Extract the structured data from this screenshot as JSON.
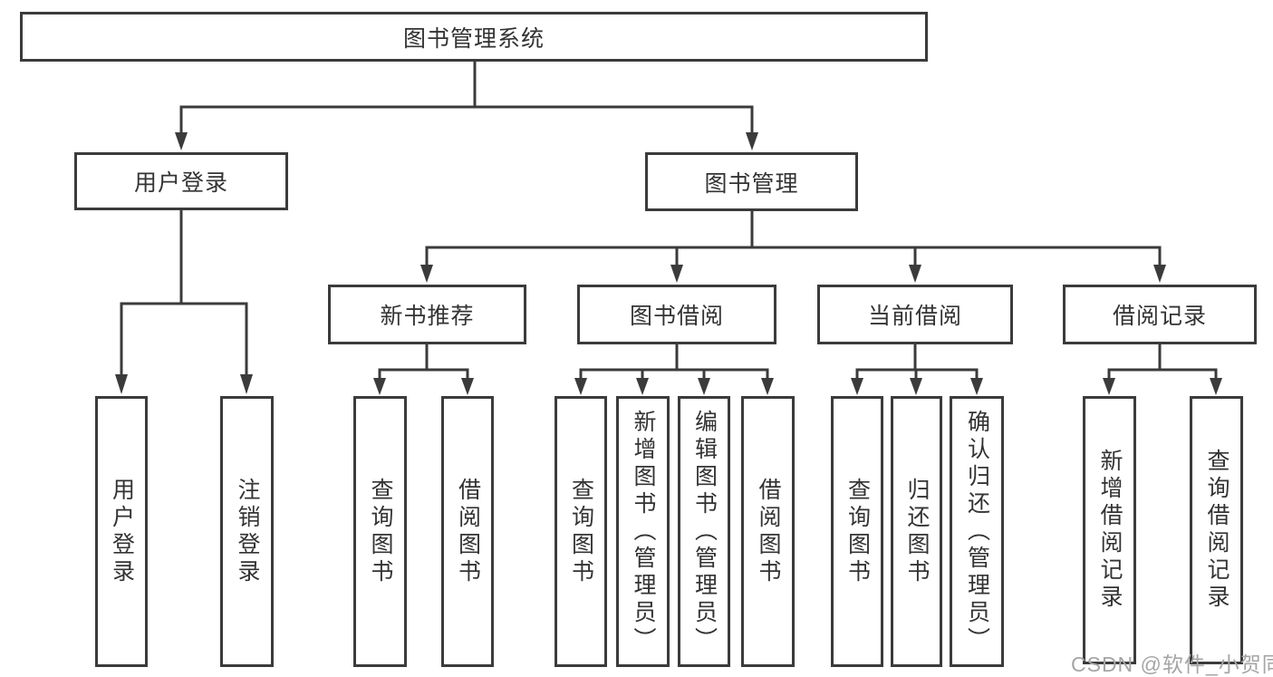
{
  "diagram": {
    "root": {
      "label": "图书管理系统"
    },
    "branches": [
      {
        "label": "用户登录",
        "children": [
          {
            "label": "用户登录"
          },
          {
            "label": "注销登录"
          }
        ]
      },
      {
        "label": "图书管理",
        "children": [
          {
            "label": "新书推荐",
            "children": [
              {
                "label": "查询图书"
              },
              {
                "label": "借阅图书"
              }
            ]
          },
          {
            "label": "图书借阅",
            "children": [
              {
                "label": "查询图书"
              },
              {
                "label": "新增图书（管理员）"
              },
              {
                "label": "编辑图书（管理员）"
              },
              {
                "label": "借阅图书"
              }
            ]
          },
          {
            "label": "当前借阅",
            "children": [
              {
                "label": "查询图书"
              },
              {
                "label": "归还图书"
              },
              {
                "label": "确认归还（管理员）"
              }
            ]
          },
          {
            "label": "借阅记录",
            "children": [
              {
                "label": "新增借阅记录"
              },
              {
                "label": "查询借阅记录"
              }
            ]
          }
        ]
      }
    ]
  },
  "watermark": {
    "text": "CSDN @软件_小贺同学"
  },
  "colors": {
    "line": "#3b3b3b",
    "text": "#333333",
    "box_background": "#ffffff",
    "watermark": "#a5a5a5",
    "page_background": "#ffffff"
  }
}
